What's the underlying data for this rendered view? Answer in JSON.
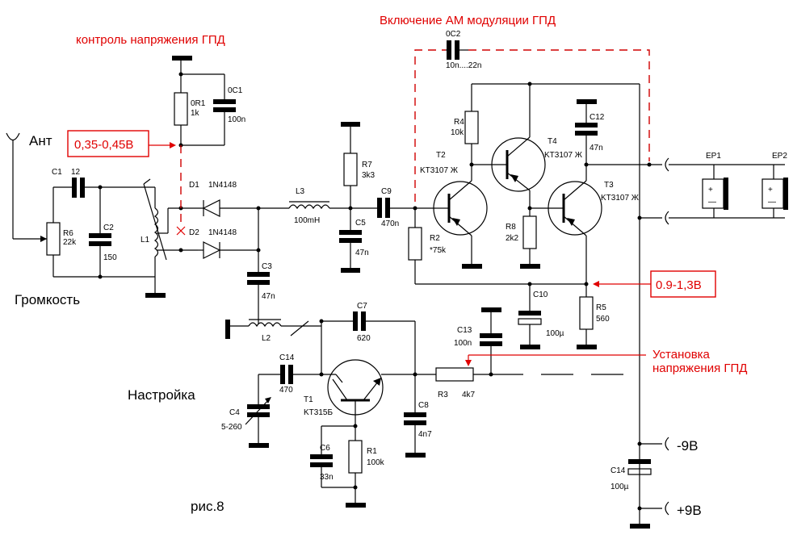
{
  "notes": {
    "title_am": "Включение АМ модуляции ГПД",
    "control": "контроль напряжения ГПД",
    "setup_line1": "Установка",
    "setup_line2": "напряжения ГПД",
    "v1": "0,35-0,45В",
    "v2": "0.9-1,3В"
  },
  "labels": {
    "ant": "Ант",
    "volume": "Громкость",
    "tuning": "Настройка",
    "figure": "рис.8",
    "minus9": "-9В",
    "plus9": "+9В"
  },
  "parts": {
    "C1": "C1",
    "C1v": "12",
    "C2": "C2",
    "C2v": "150",
    "R6": "R6",
    "R6v": "22k",
    "L1": "L1",
    "D1": "D1",
    "D1v": "1N4148",
    "D2": "D2",
    "D2v": "1N4148",
    "R01": "0R1",
    "R01v": "1k",
    "C01": "0C1",
    "C01v": "100n",
    "C02": "0C2",
    "C02v": "10n....22n",
    "L3": "L3",
    "L3v": "100mH",
    "R7": "R7",
    "R7v": "3k3",
    "C5": "C5",
    "C5v": "47n",
    "C9": "C9",
    "C9v": "470n",
    "R2": "R2",
    "R2v": "*75k",
    "R4": "R4",
    "R4v": "10k",
    "T2": "T2",
    "T2v": "KT3107 Ж",
    "T4": "T4",
    "T4v": "KT3107 Ж",
    "T3": "T3",
    "T3v": "KT3107 Ж",
    "R8": "R8",
    "R8v": "2k2",
    "C12": "C12",
    "C12v": "47n",
    "EP1": "EP1",
    "EP2": "EP2",
    "C10": "C10",
    "C10v": "100µ",
    "R5": "R5",
    "R5v": "560",
    "C13": "C13",
    "C13v": "100n",
    "R3": "R3",
    "R3v": "4k7",
    "C3": "C3",
    "C3v": "47n",
    "L2": "L2",
    "C7": "C7",
    "C7v": "620",
    "C14a": "C14",
    "C14av": "470",
    "C4": "C4",
    "C4v": "5-260",
    "T1": "T1",
    "T1v": "KT315Б",
    "C8": "C8",
    "C8v": "4n7",
    "C6": "C6",
    "C6v": "33n",
    "R1": "R1",
    "R1v": "100k",
    "C14b": "C14",
    "C14bv": "100µ"
  }
}
